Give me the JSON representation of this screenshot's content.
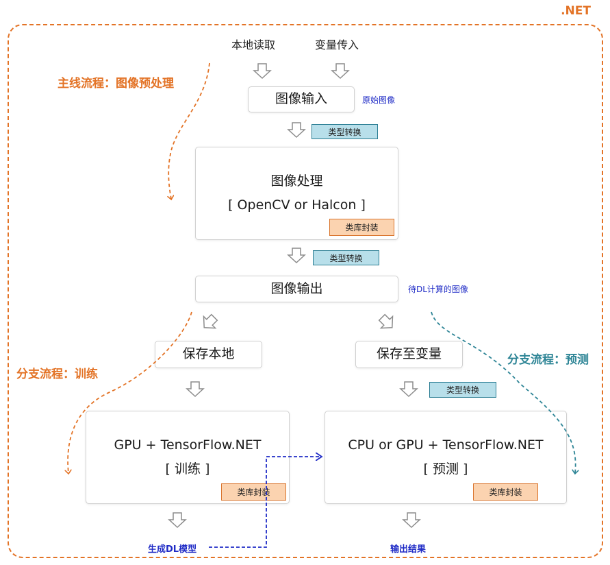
{
  "header": {
    "platform": ".NET"
  },
  "sources": {
    "local_read": "本地读取",
    "variable_input": "变量传入"
  },
  "labels": {
    "main_flow": "主线流程：图像预处理",
    "branch_train": "分支流程：训练",
    "branch_predict": "分支流程：预测"
  },
  "nodes": {
    "image_input": "图像输入",
    "image_processing": "图像处理",
    "image_processing_sub": "[ OpenCV or Halcon ]",
    "image_output": "图像输出",
    "save_local": "保存本地",
    "save_variable": "保存至变量",
    "train_title": "GPU + TensorFlow.NET",
    "train_sub": "[ 训练 ]",
    "predict_title": "CPU or GPU + TensorFlow.NET",
    "predict_sub": "[ 预测 ]"
  },
  "notes": {
    "original_image": "原始图像",
    "pending_dl_image": "待DL计算的图像"
  },
  "tags": {
    "type_convert": "类型转换",
    "library_wrap": "类库封装"
  },
  "outputs": {
    "generate_model": "生成DL模型",
    "output_result": "输出结果"
  },
  "colors": {
    "accent_orange": "#E37326",
    "accent_teal": "#2E8596",
    "note_blue": "#1F2BC6",
    "tag_blue_fill": "#B8DFEA",
    "tag_orange_fill": "#FBD3B0"
  }
}
